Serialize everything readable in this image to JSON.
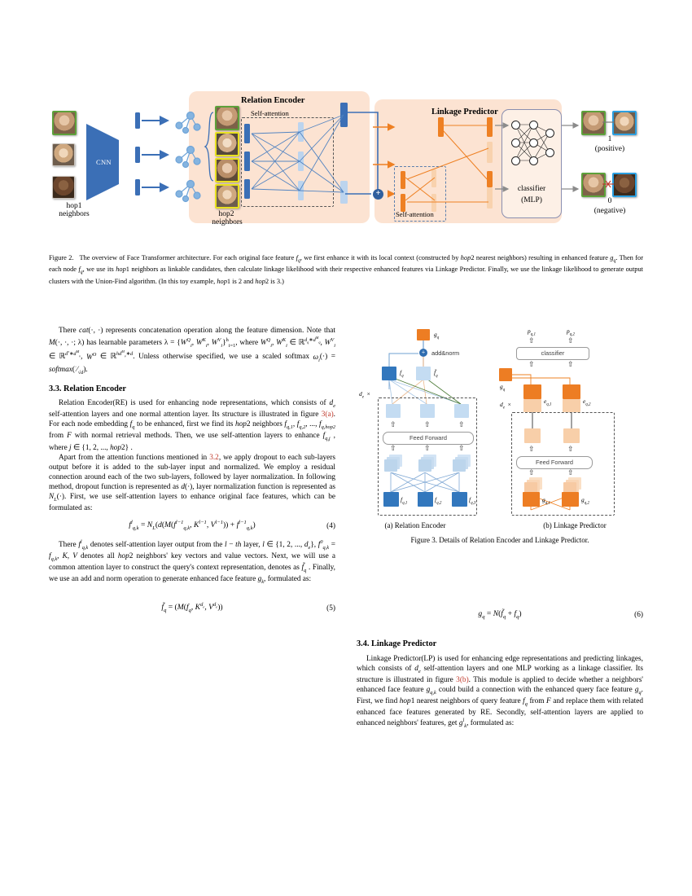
{
  "figure2": {
    "panels": [
      {
        "name": "relation-encoder",
        "title": "Relation Encoder"
      },
      {
        "name": "linkage-predictor",
        "title": "Linkage Predictor"
      }
    ],
    "labels": {
      "cnn": "CNN",
      "hop1": "hop1\nneighbors",
      "hop1_line1": "hop1",
      "hop1_line2": "neighbors",
      "hop2_line1": "hop2",
      "hop2_line2": "neighbors",
      "self_attention_re": "Self-attention",
      "self_attention_lp": "Self-attention",
      "classifier_line1": "classifier",
      "classifier_line2": "(MLP)",
      "plus": "+",
      "out_pos_value": "1",
      "out_pos_label": "(positive)",
      "out_neg_value": "0",
      "out_neg_label": "(negative)"
    },
    "colors": {
      "panel_bg": "#fce3d2",
      "blue": "#3b6fb6",
      "blue_light": "#bcd4ee",
      "orange": "#ee8023",
      "orange_light": "#f8d2ae",
      "green_border": "#5da13a",
      "yellow_border": "#e8e120",
      "cyan_border": "#2b9fe0"
    },
    "caption": {
      "lead": "Figure 2.",
      "text": "The overview of Face Transformer architecture. For each original face feature f_q, we first enhance it with its local context (constructed by hop2 nearest neighbors) resulting in enhanced feature g_q. Then for each node f_q, we use its hop1 neighbors as linkable candidates, then calculate linkage likelihood with their respective enhanced features via Linkage Predictor. Finally, we use the linkage likelihood to generate output clusters with the Union-Find algorithm. (In this toy example, hop1 is 2 and hop2 is 3.)"
    }
  },
  "figure3": {
    "caption": "Figure 3. Details of Relation Encoder and Linkage Predictor.",
    "sub_a": "(a)  Relation Encoder",
    "sub_b": "(b)  Linkage Predictor",
    "a_labels": {
      "g_q": "g",
      "g_q_sub": "q",
      "add_norm": "add&norm",
      "f_q": "f",
      "f_q_sub": "q",
      "f_q_tilde": "f̃",
      "f_q_tilde_sub": "q",
      "de_times": "d",
      "de_sub": "e",
      "times": "×",
      "feed_forward": "Feed Forward",
      "fq1": "f",
      "fq1_sub": "q,1",
      "fq2": "f",
      "fq2_sub": "q,2",
      "fq3": "f",
      "fq3_sub": "q,3",
      "arrow": "⇧"
    },
    "b_labels": {
      "p_q1": "p",
      "p_q1_sub": "q,1",
      "p_q2": "p",
      "p_q2_sub": "q,2",
      "classifier": "classifier",
      "g_q": "g",
      "g_q_sub": "q",
      "e_q1": "e",
      "e_q1_sub": "q,1",
      "e_q2": "e",
      "e_q2_sub": "q,2",
      "de": "d",
      "de_sub": "e",
      "times": "×",
      "feed_forward": "Feed Forward",
      "gq1": "g",
      "gq1_sub": "q,1",
      "gq2": "g",
      "gq2_sub": "q,2",
      "arrow": "⇧"
    }
  },
  "left_column": {
    "p1_a": "There ",
    "p1_cat": "cat(·, ·)",
    "p1_b": " represents concatenation operation along the feature dimension. Note that ",
    "p1_m": "M(·, ·, ·; λ)",
    "p1_c": " has learnable parameters λ = {W",
    "p1_rest": " . Unless otherwise specified, we use a scaled softmax ω",
    "section_33": "3.3. Relation Encoder",
    "p2": "Relation Encoder(RE) is used for enhancing node representations, which consists of d_e self-attention layers and one normal attention layer. Its structure is illustrated in figure 3(a). For each node embedding f_q to be enhanced, first we find its hop2 neighbors f_q,1, f_q,2, ..., f_q,hop2 from F with normal retrieval methods. Then, we use self-attention layers to enhance f_q,j , where j ∈ {1, 2, ..., hop2} .",
    "p2_ref": "3(a)",
    "p3": "Apart from the attention functions mentioned in 3.2, we apply dropout to each sub-layers output before it is added to the sub-layer input and normalized. We employ a residual connection around each of the two sub-layers, followed by layer normalization. In following method, dropout function is represented as d(·), layer normalization function is represented as N_L(·). First, we use self-attention layers to enhance original face features, which can be formulated as:",
    "p3_ref": "3.2",
    "eq4_num": "(4)",
    "p4": "There f_q,k^l denotes self-attention layer output from the l − th layer, l ∈ {1, 2, ..., d_e}, f_q,k^0 = f_q,k, K, V denotes all hop2 neighbors' key vectors and value vectors. Next, we will use a common attention layer to construct the query's context representation, denotes as f̃_q . Finally, we use an add and norm operation to generate enhanced face feature g_k, formulated as:",
    "eq5_num": "(5)"
  },
  "right_column": {
    "eq6_num": "(6)",
    "section_34": "3.4. Linkage Predictor",
    "p1": "Linkage Predictor(LP) is used for enhancing edge representations and predicting linkages, which consists of d_e self-attention layers and one MLP working as a linkage classifier. Its structure is illustrated in figure 3(b). This module is applied to decide whether a neighbors' enhanced face feature g_q,k could build a connection with the enhanced query face feature g_q. First, we find hop1 nearest neighbors of query feature f_q from F and replace them with related enhanced face features generated by RE. Secondly, self-attention layers are applied to enhanced neighbors' features, get g_k^l, formulated as:",
    "p1_ref": "3(b)"
  }
}
